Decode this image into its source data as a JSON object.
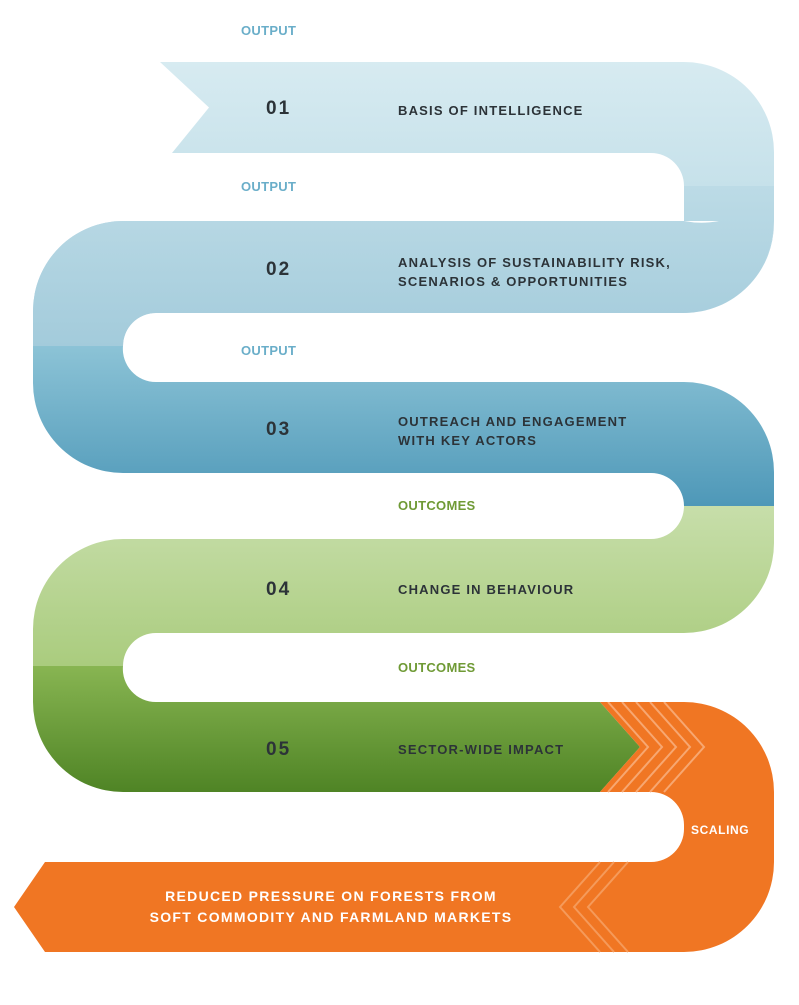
{
  "colors": {
    "band_1": "#cfe6ee",
    "band_2": "#a9cfde",
    "band_3": "#4f9bbb",
    "band_4": "#b9d593",
    "band_5": "#5c8f2a",
    "orange": "#f07623",
    "text_dark": "#2c3338",
    "label_blue": "#6aaec9",
    "label_green": "#6f9a35"
  },
  "labels": {
    "output_1": "OUTPUT",
    "output_2": "OUTPUT",
    "output_3": "OUTPUT",
    "outcomes_1": "OUTCOMES",
    "outcomes_2": "OUTCOMES",
    "scaling": "SCALING"
  },
  "steps": [
    {
      "number": "01",
      "lines": [
        "BASIS OF INTELLIGENCE"
      ]
    },
    {
      "number": "02",
      "lines": [
        "ANALYSIS OF SUSTAINABILITY RISK,",
        "SCENARIOS & OPPORTUNITIES"
      ]
    },
    {
      "number": "03",
      "lines": [
        "OUTREACH AND ENGAGEMENT",
        "WITH KEY ACTORS"
      ]
    },
    {
      "number": "04",
      "lines": [
        "CHANGE IN BEHAVIOUR"
      ]
    },
    {
      "number": "05",
      "lines": [
        "SECTOR-WIDE IMPACT"
      ]
    }
  ],
  "final": {
    "lines": [
      "REDUCED PRESSURE ON FORESTS FROM",
      "SOFT COMMODITY AND FARMLAND MARKETS"
    ]
  }
}
